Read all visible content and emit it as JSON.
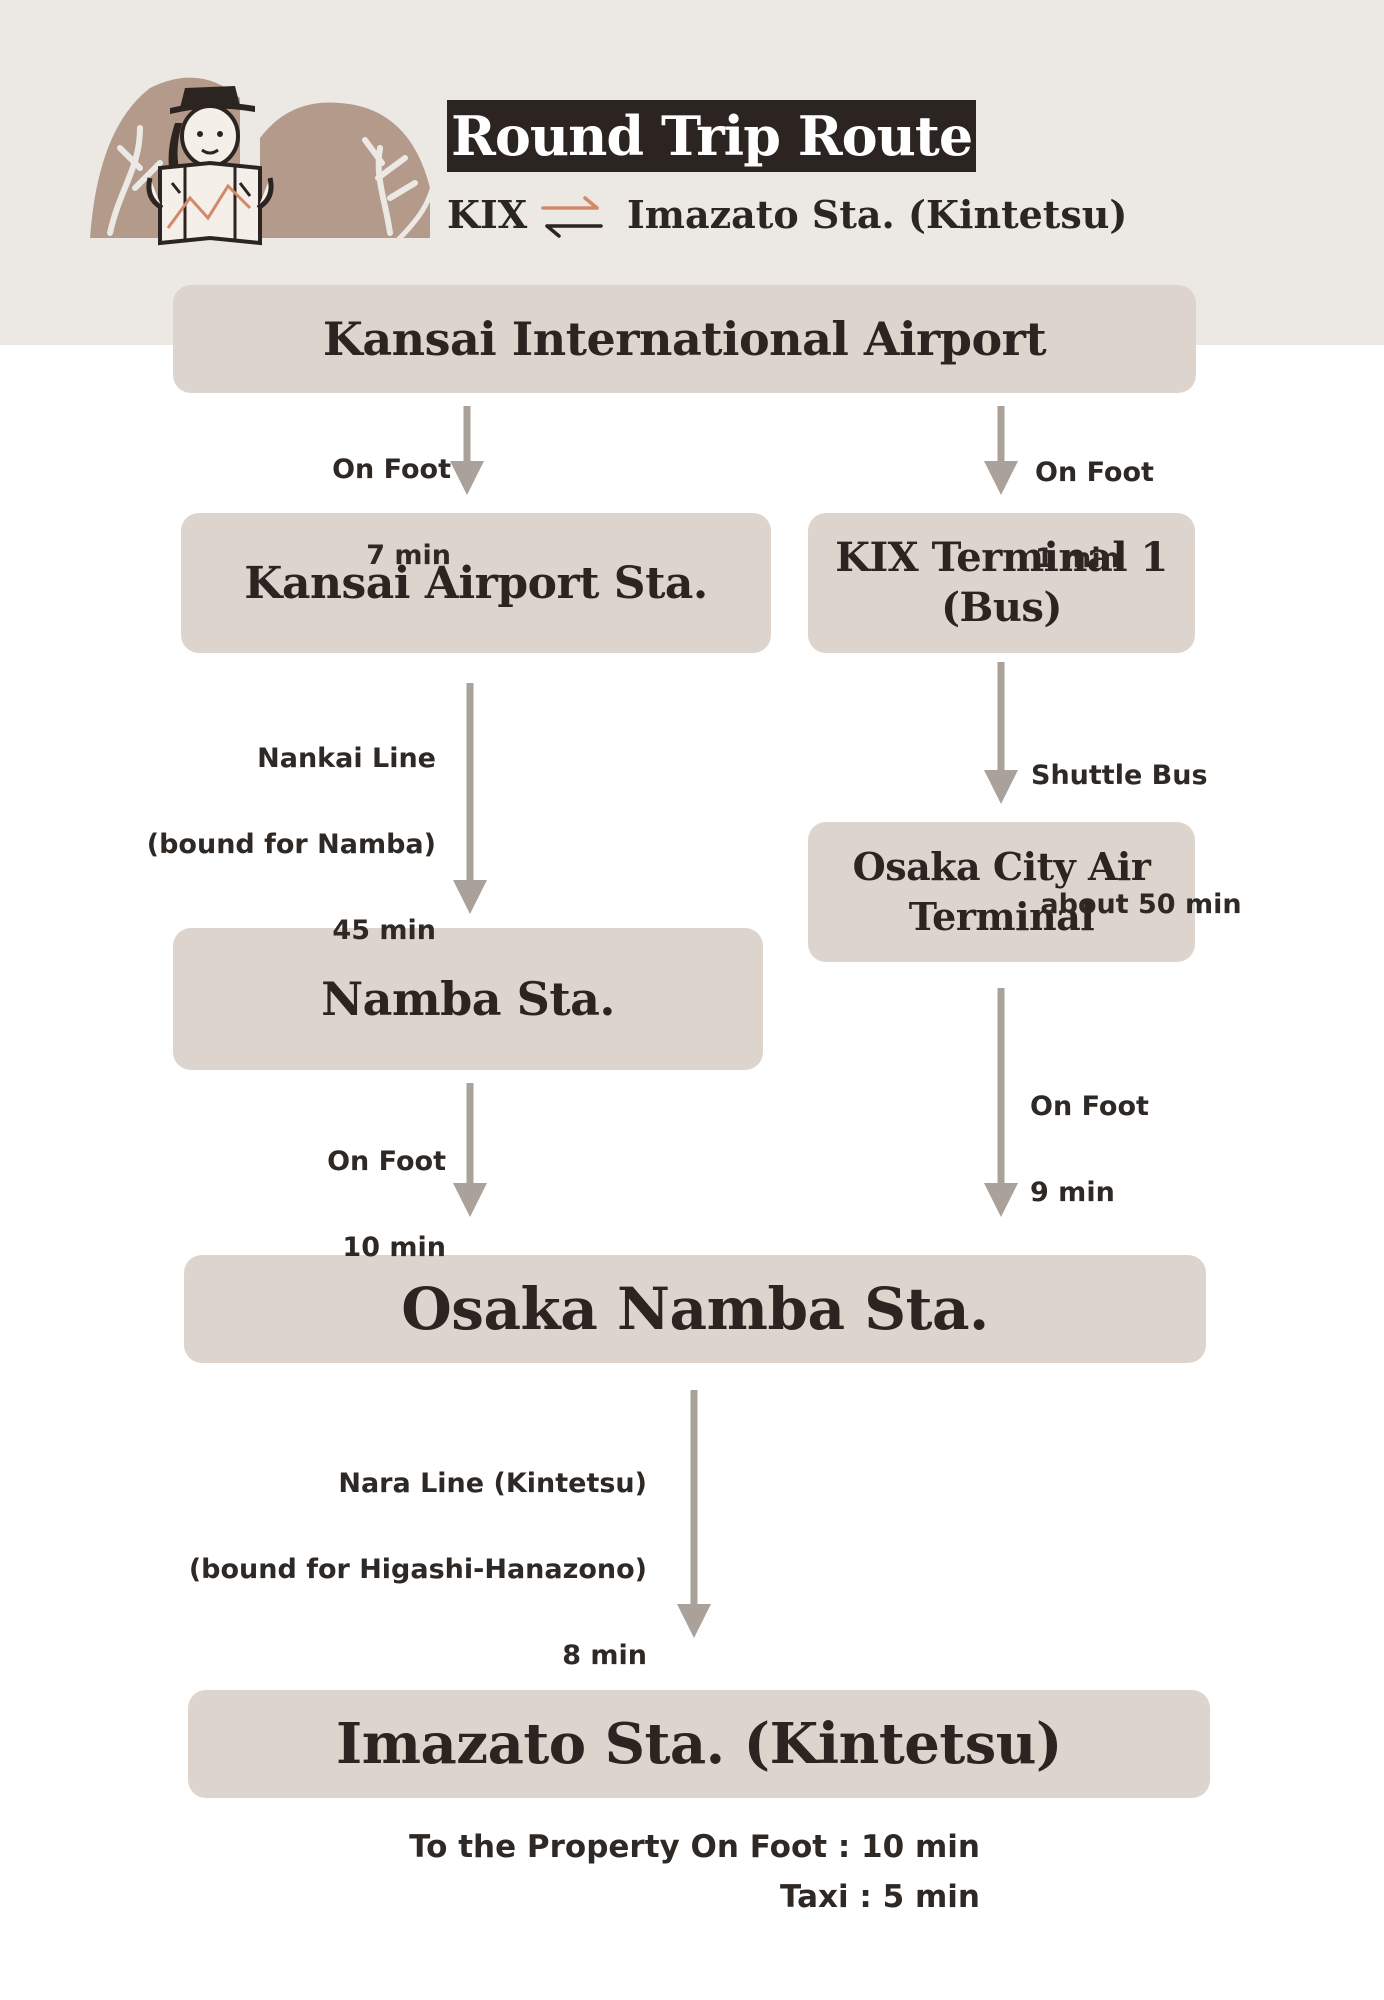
{
  "header": {
    "title": "Round Trip Route",
    "from": "KIX",
    "to": "Imazato Sta. (Kintetsu)",
    "icons": {
      "illustration": "traveler-with-map-illustration",
      "swap": "round-trip-arrows-icon"
    }
  },
  "stations": {
    "kix": "Kansai International Airport",
    "kansai_airport_sta": "Kansai Airport Sta.",
    "kix_terminal_1": [
      "KIX Terminal 1",
      "(Bus)"
    ],
    "namba_sta": "Namba Sta.",
    "osaka_city_air_terminal": [
      "Osaka City Air",
      "Terminal"
    ],
    "osaka_namba_sta": "Osaka Namba Sta.",
    "imazato_sta": "Imazato Sta. (Kintetsu)"
  },
  "legs": {
    "kix_to_kansai_sta": [
      "On Foot",
      "7 min"
    ],
    "kix_to_terminal": [
      "On Foot",
      "1 min"
    ],
    "kansai_to_namba": [
      "Nankai Line",
      "(bound for Namba)",
      "45 min"
    ],
    "terminal_to_ocat": [
      "Shuttle Bus",
      " about 50 min"
    ],
    "namba_to_osaka_namba": [
      "On Foot",
      "10 min"
    ],
    "ocat_to_osaka_namba": [
      "On Foot",
      "9 min"
    ],
    "osaka_namba_to_imazato": [
      "Nara Line (Kintetsu)",
      "(bound for Higashi-Hanazono)",
      "8 min"
    ]
  },
  "final": {
    "property_walk": "To the Property On Foot : 10 min",
    "taxi": "Taxi : 5 min"
  },
  "colors": {
    "header_band": "#ece9e4",
    "box": "#ddd5cd",
    "arrow": "#a9a19a",
    "title_bg": "#2b2420",
    "text": "#2b2622"
  }
}
